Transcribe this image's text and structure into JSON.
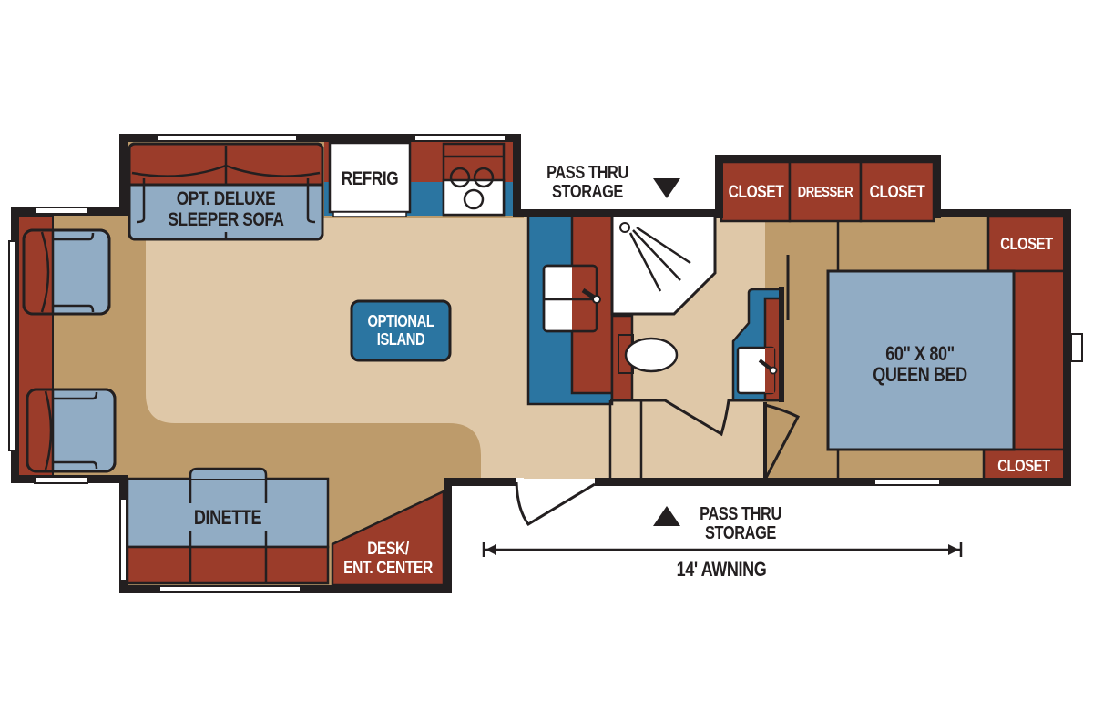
{
  "colors": {
    "wall": "#231f20",
    "floor_light": "#dfc8a8",
    "floor_dark": "#bd9b6b",
    "cabinet_red": "#9b3c2a",
    "upholstery_blue": "#91acc4",
    "counter_blue": "#2b75a1",
    "appliance_white": "#ffffff"
  },
  "labels": {
    "sofa": [
      "OPT. DELUXE",
      "SLEEPER SOFA"
    ],
    "refrigerator": "REFRIG",
    "pass_thru_top": [
      "PASS THRU",
      "STORAGE"
    ],
    "closet_top_left": "CLOSET",
    "dresser": "DRESSER",
    "closet_top_right": "CLOSET",
    "closet_bed_top": "CLOSET",
    "closet_bed_bottom": "CLOSET",
    "island": [
      "OPTIONAL",
      "ISLAND"
    ],
    "bed": [
      "60\" X 80\"",
      "QUEEN BED"
    ],
    "dinette": "DINETTE",
    "desk": [
      "DESK/",
      "ENT. CENTER"
    ],
    "pass_thru_bottom": [
      "PASS THRU",
      "STORAGE"
    ],
    "awning": "14' AWNING"
  },
  "icons": {
    "pass_thru_top_arrow": "triangle-down",
    "pass_thru_bottom_arrow": "triangle-up",
    "awning_dimension": "double-arrow-horizontal"
  }
}
